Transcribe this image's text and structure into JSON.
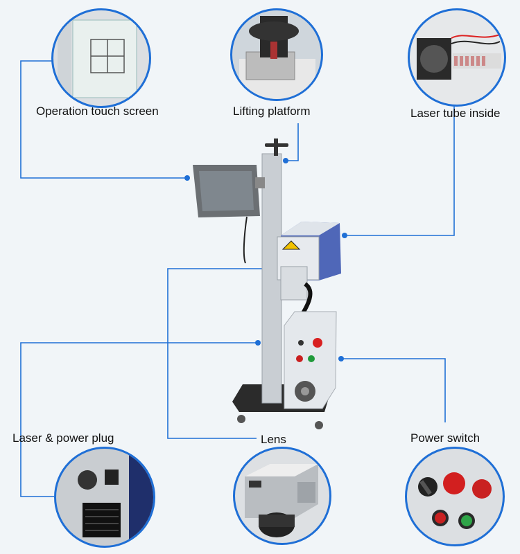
{
  "labels": {
    "touch_screen": "Operation touch screen",
    "lifting_platform": "Lifting platform",
    "laser_tube": "Laser tube inside",
    "laser_power_plug": "Laser & power plug",
    "lens": "Lens",
    "power_switch": "Power switch"
  },
  "colors": {
    "background": "#f1f5f8",
    "callout_line": "#1f6fd6",
    "machine_body": "#dde3e8",
    "laser_head_blue": "#4f67b8",
    "base": "#2b2b2b"
  }
}
